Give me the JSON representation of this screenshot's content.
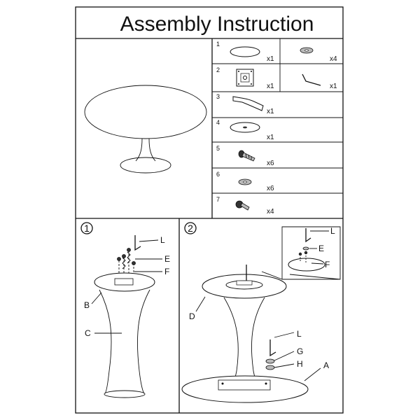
{
  "title": "Assembly Instruction",
  "parts": [
    {
      "number": "1",
      "quantities": [
        "x1",
        "x4"
      ]
    },
    {
      "number": "2",
      "quantities": [
        "x1",
        "x1"
      ]
    },
    {
      "number": "3",
      "quantities": [
        "x1"
      ]
    },
    {
      "number": "4",
      "quantities": [
        "x1"
      ]
    },
    {
      "number": "5",
      "quantities": [
        "x6"
      ]
    },
    {
      "number": "6",
      "quantities": [
        "x6"
      ]
    },
    {
      "number": "7",
      "quantities": [
        "x4"
      ]
    }
  ],
  "steps": [
    {
      "number": "1",
      "labels": {
        "L": "L",
        "E": "E",
        "F": "F",
        "B": "B",
        "C": "C"
      }
    },
    {
      "number": "2",
      "labels": {
        "L": "L",
        "E": "E",
        "F": "F",
        "D": "D",
        "L2": "L",
        "G": "G",
        "H": "H",
        "A": "A"
      }
    }
  ]
}
